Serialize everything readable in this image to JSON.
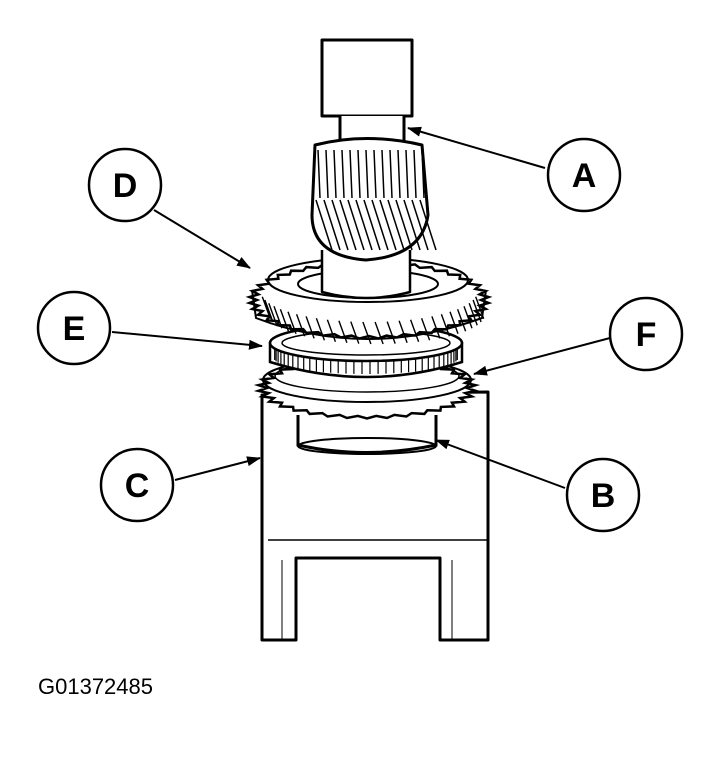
{
  "callouts": {
    "a": "A",
    "b": "B",
    "c": "C",
    "d": "D",
    "e": "E",
    "f": "F"
  },
  "figure_id": "G01372485"
}
